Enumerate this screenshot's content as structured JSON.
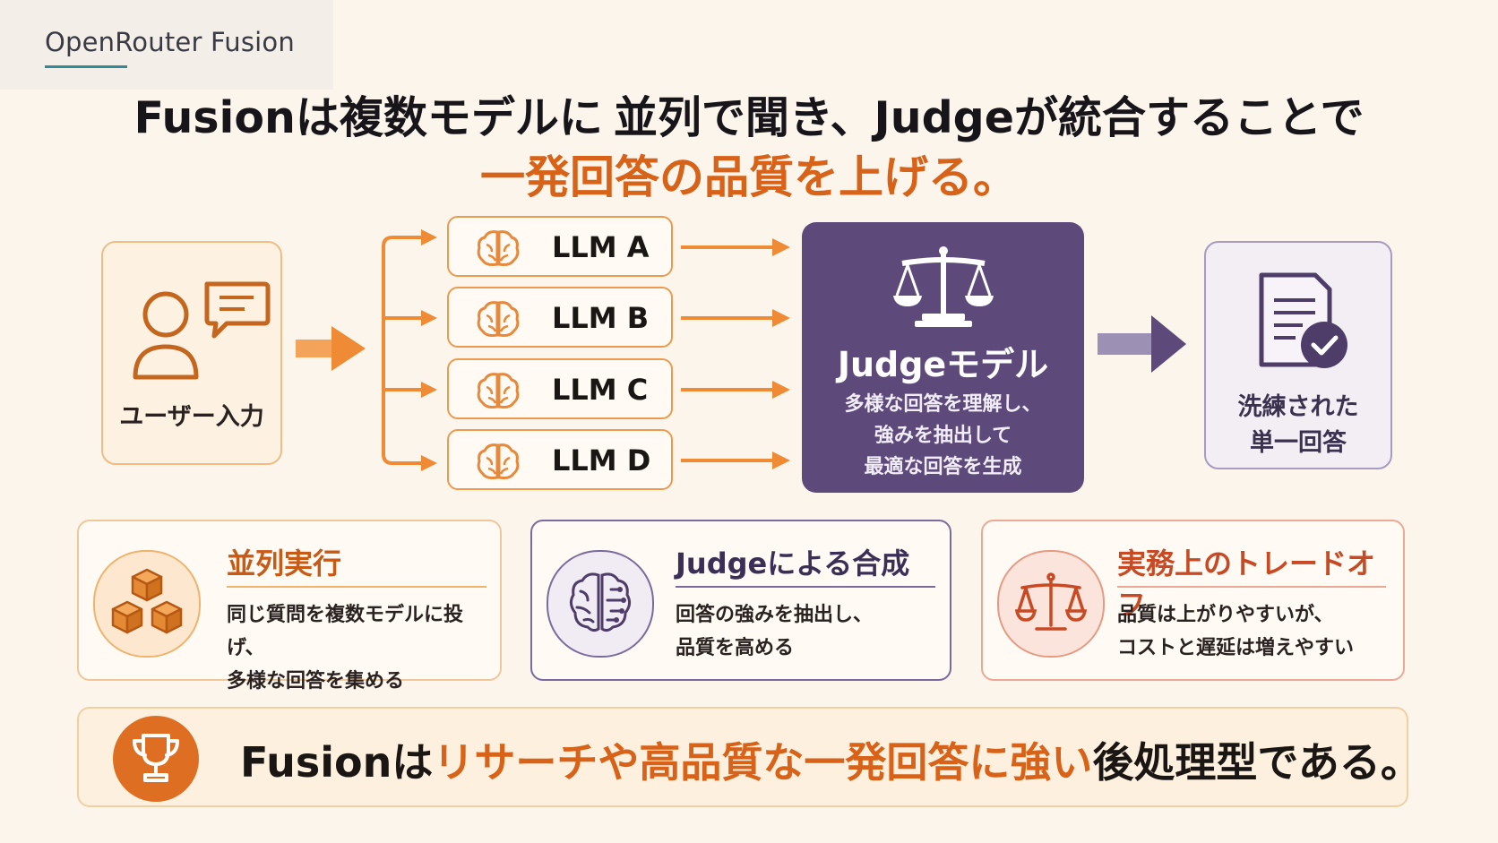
{
  "brand": {
    "name": "OpenRouter Fusion"
  },
  "headline": {
    "line1_lead": "Fusionは複数モデルに",
    "line1_rest": "並列で聞き、Judgeが統合することで",
    "line2": "一発回答の品質を上げる。"
  },
  "flow": {
    "input_label": "ユーザー入力",
    "llms": [
      {
        "label": "LLM A"
      },
      {
        "label": "LLM B"
      },
      {
        "label": "LLM C"
      },
      {
        "label": "LLM D"
      }
    ],
    "judge": {
      "title": "Judgeモデル",
      "desc_lines": [
        "多様な回答を理解し、",
        "強みを抽出して",
        "最適な回答を生成"
      ]
    },
    "output_lines": [
      "洗練された",
      "単一回答"
    ]
  },
  "features": [
    {
      "title": "並列実行",
      "desc_lines": [
        "同じ質問を複数モデルに投げ、",
        "多様な回答を集める"
      ]
    },
    {
      "title": "Judgeによる合成",
      "desc_lines": [
        "回答の強みを抽出し、",
        "品質を高める"
      ]
    },
    {
      "title": "実務上のトレードオフ",
      "desc_lines": [
        "品質は上がりやすいが、",
        "コストと遅延は増えやすい"
      ]
    }
  ],
  "conclusion": {
    "part1": "Fusionは",
    "part2": "リサーチや高品質な一発回答に強い",
    "part3": "後処理型である。"
  },
  "colors": {
    "accent_orange": "#d86218",
    "judge_purple": "#5d4a7a",
    "background": "#fbf5ec"
  },
  "icons": {
    "input": [
      "person-icon",
      "chat-bubble-icon"
    ],
    "llm": "brain-icon",
    "judge": "scales-icon",
    "output": "document-check-icon",
    "features": [
      "cubes-icon",
      "circuit-brain-icon",
      "scales-icon"
    ],
    "conclusion": "trophy-icon"
  }
}
